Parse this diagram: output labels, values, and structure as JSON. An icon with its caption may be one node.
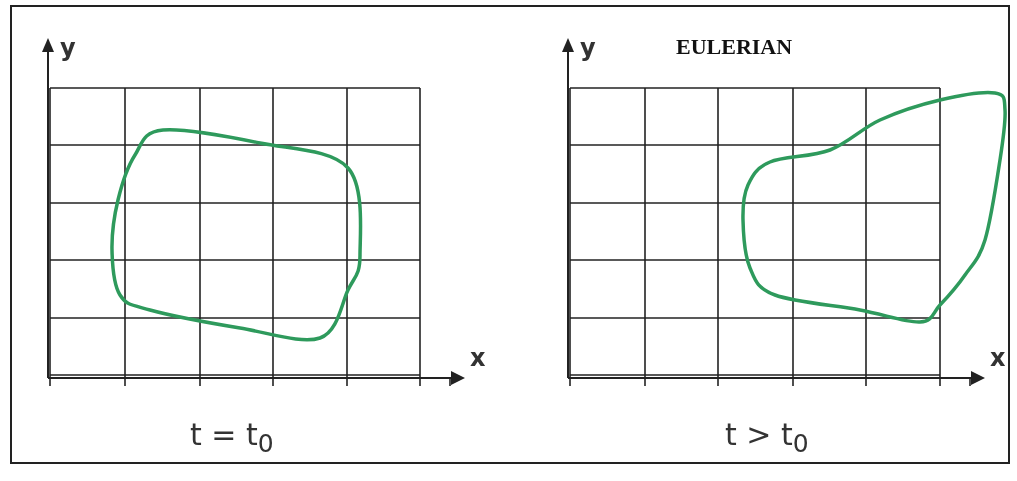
{
  "diagram": {
    "title": "EULERIAN",
    "labels": [
      "y",
      "x",
      "t = t$_{0}$",
      "y",
      "x",
      "t > t$_{0}$"
    ]
  }
}
